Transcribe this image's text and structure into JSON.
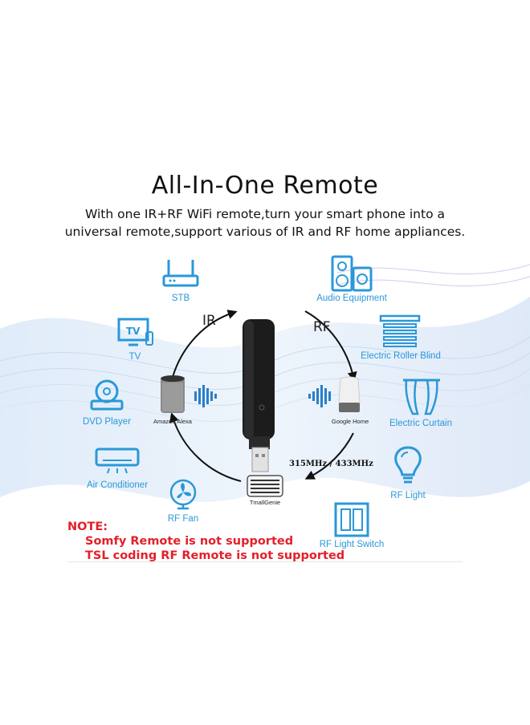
{
  "title": "All-In-One Remote",
  "subtitle": {
    "line1": "With one IR+RF WiFi remote,turn your smart phone into a",
    "line2": "universal remote,support various of IR and RF home appliances."
  },
  "labels": {
    "ir": "IR",
    "rf": "RF",
    "frequency": "315MHz / 433MHz"
  },
  "ir_devices": [
    {
      "id": "stb",
      "label": "STB",
      "icon": "router-icon"
    },
    {
      "id": "tv",
      "label": "TV",
      "icon": "tv-icon"
    },
    {
      "id": "dvd",
      "label": "DVD Player",
      "icon": "dvd-player-icon"
    },
    {
      "id": "ac",
      "label": "Air Conditioner",
      "icon": "air-conditioner-icon"
    },
    {
      "id": "fan",
      "label": "RF Fan",
      "icon": "fan-icon"
    }
  ],
  "rf_devices": [
    {
      "id": "audio",
      "label": "Audio Equipment",
      "icon": "speaker-icon"
    },
    {
      "id": "blind",
      "label": "Electric Roller Blind",
      "icon": "roller-blind-icon"
    },
    {
      "id": "curtain",
      "label": "Electric Curtain",
      "icon": "curtain-icon"
    },
    {
      "id": "light",
      "label": "RF Light",
      "icon": "light-bulb-icon"
    },
    {
      "id": "switch",
      "label": "RF Light Switch",
      "icon": "light-switch-icon"
    }
  ],
  "voice_assistants": [
    {
      "id": "alexa",
      "label": "Amazon Alexa"
    },
    {
      "id": "google",
      "label": "Google Home"
    },
    {
      "id": "tmall",
      "label": "TmallGenie"
    }
  ],
  "note": {
    "heading": "NOTE:",
    "line1": "Somfy Remote is not supported",
    "line2": "TSL coding RF Remote is not supported"
  },
  "colors": {
    "accent_blue": "#2a98d8",
    "note_red": "#e3202a",
    "device_black": "#1c1c1c"
  }
}
